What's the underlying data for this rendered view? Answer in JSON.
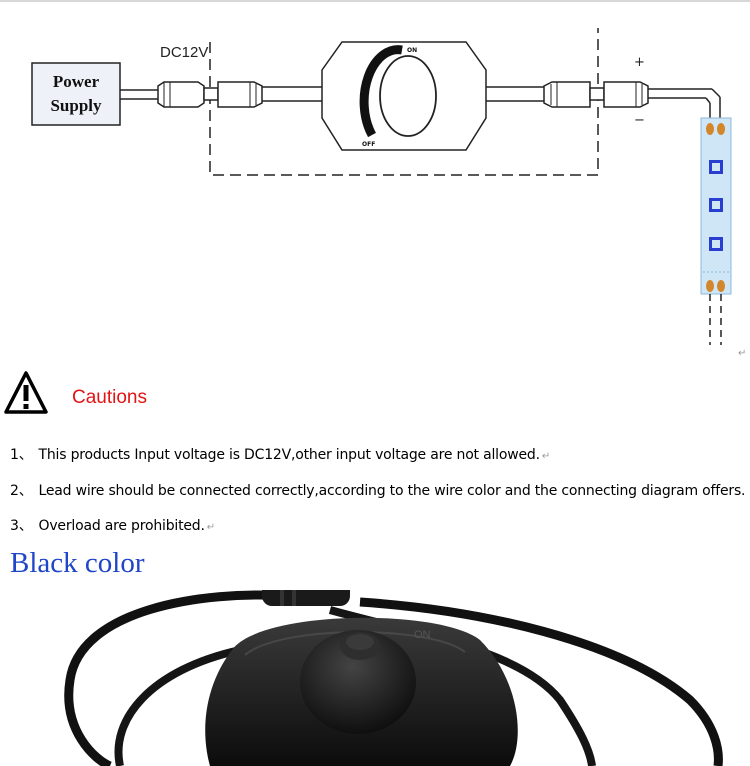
{
  "diagram": {
    "power_supply_line1": "Power",
    "power_supply_line2": "Supply",
    "voltage_label": "DC12V",
    "dimmer_on": "ON",
    "dimmer_off": "OFF",
    "plus_sign": "+",
    "minus_sign": "−"
  },
  "cautions": {
    "title": "Cautions",
    "items": [
      {
        "num": "1、",
        "text": "This products Input voltage is DC12V,other input voltage are not allowed."
      },
      {
        "num": "2、",
        "text": "Lead wire should be connected correctly,according to the wire color and the connecting diagram offers."
      },
      {
        "num": "3、",
        "text": "Overload are prohibited."
      }
    ]
  },
  "section_title": "Black color",
  "photo": {
    "dimmer_label": "ON"
  },
  "colors": {
    "caution_red": "#e31414",
    "title_blue": "#1f45c8",
    "led_blue": "#2a3fd0",
    "strip_light": "#cfe6f6"
  },
  "icons": {
    "warning": "warning-triangle-icon"
  }
}
